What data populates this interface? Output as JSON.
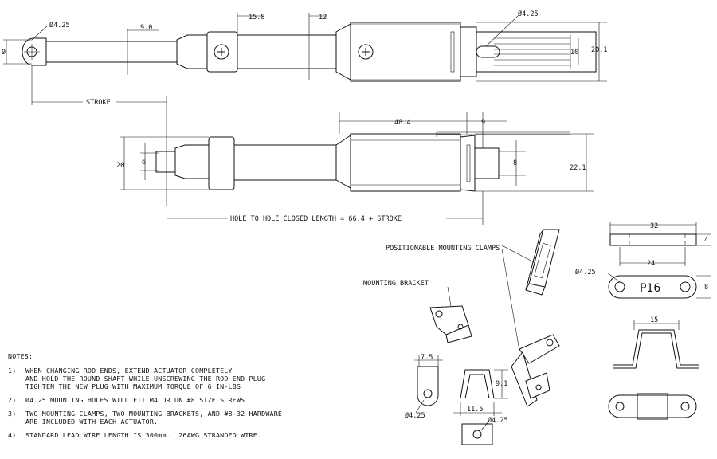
{
  "dimensions": {
    "rod_eye_hole": "Ø4.25",
    "rod_eye_height": "9",
    "shaft_dia": "9.0",
    "collar_len": "15.8",
    "housing_dia": "12",
    "slot_hole": "Ø4.25",
    "slot_width": "10",
    "body_height_top": "20.1",
    "stroke_label": "STROKE",
    "rod_end_height": "20",
    "rod_end_hole": "6",
    "body_len": "48.4",
    "tail_len": "9",
    "tail_hole": "8",
    "body_height_bottom": "22.1",
    "closed_length": "HOLE TO HOLE CLOSED LENGTH = 66.4 + STROKE",
    "clamp_len": "32",
    "clamp_thk": "4",
    "clamp_hole_spacing": "24",
    "clamp_hole": "Ø4.25",
    "clamp_height": "8",
    "clamp_mark": "P16",
    "clamp_bend": "15",
    "bracket_w": "7.5",
    "bracket_h": "9.1",
    "bracket_span": "11.5",
    "bracket_hole_left": "Ø4.25",
    "bracket_hole_right": "Ø4.25"
  },
  "callouts": {
    "clamps": "POSITIONABLE MOUNTING CLAMPS",
    "bracket": "MOUNTING BRACKET"
  },
  "notes": {
    "title": "NOTES:",
    "items": [
      {
        "num": "1)",
        "lines": [
          "WHEN CHANGING ROD ENDS, EXTEND ACTUATOR COMPLETELY",
          "AND HOLD THE ROUND SHAFT WHILE UNSCREWING THE ROD END PLUG",
          "TIGHTEN THE NEW PLUG WITH MAXIMUM TORQUE OF 6 IN-LBS"
        ]
      },
      {
        "num": "2)",
        "lines": [
          "Ø4.25 MOUNTING HOLES WILL FIT M4 OR UN #8 SIZE SCREWS"
        ]
      },
      {
        "num": "3)",
        "lines": [
          "TWO MOUNTING CLAMPS, TWO MOUNTING BRACKETS, AND #8-32 HARDWARE",
          "ARE INCLUDED WITH EACH ACTUATOR."
        ]
      },
      {
        "num": "4)",
        "lines": [
          "STANDARD LEAD WIRE LENGTH IS 300mm.  26AWG STRANDED WIRE."
        ]
      }
    ]
  }
}
